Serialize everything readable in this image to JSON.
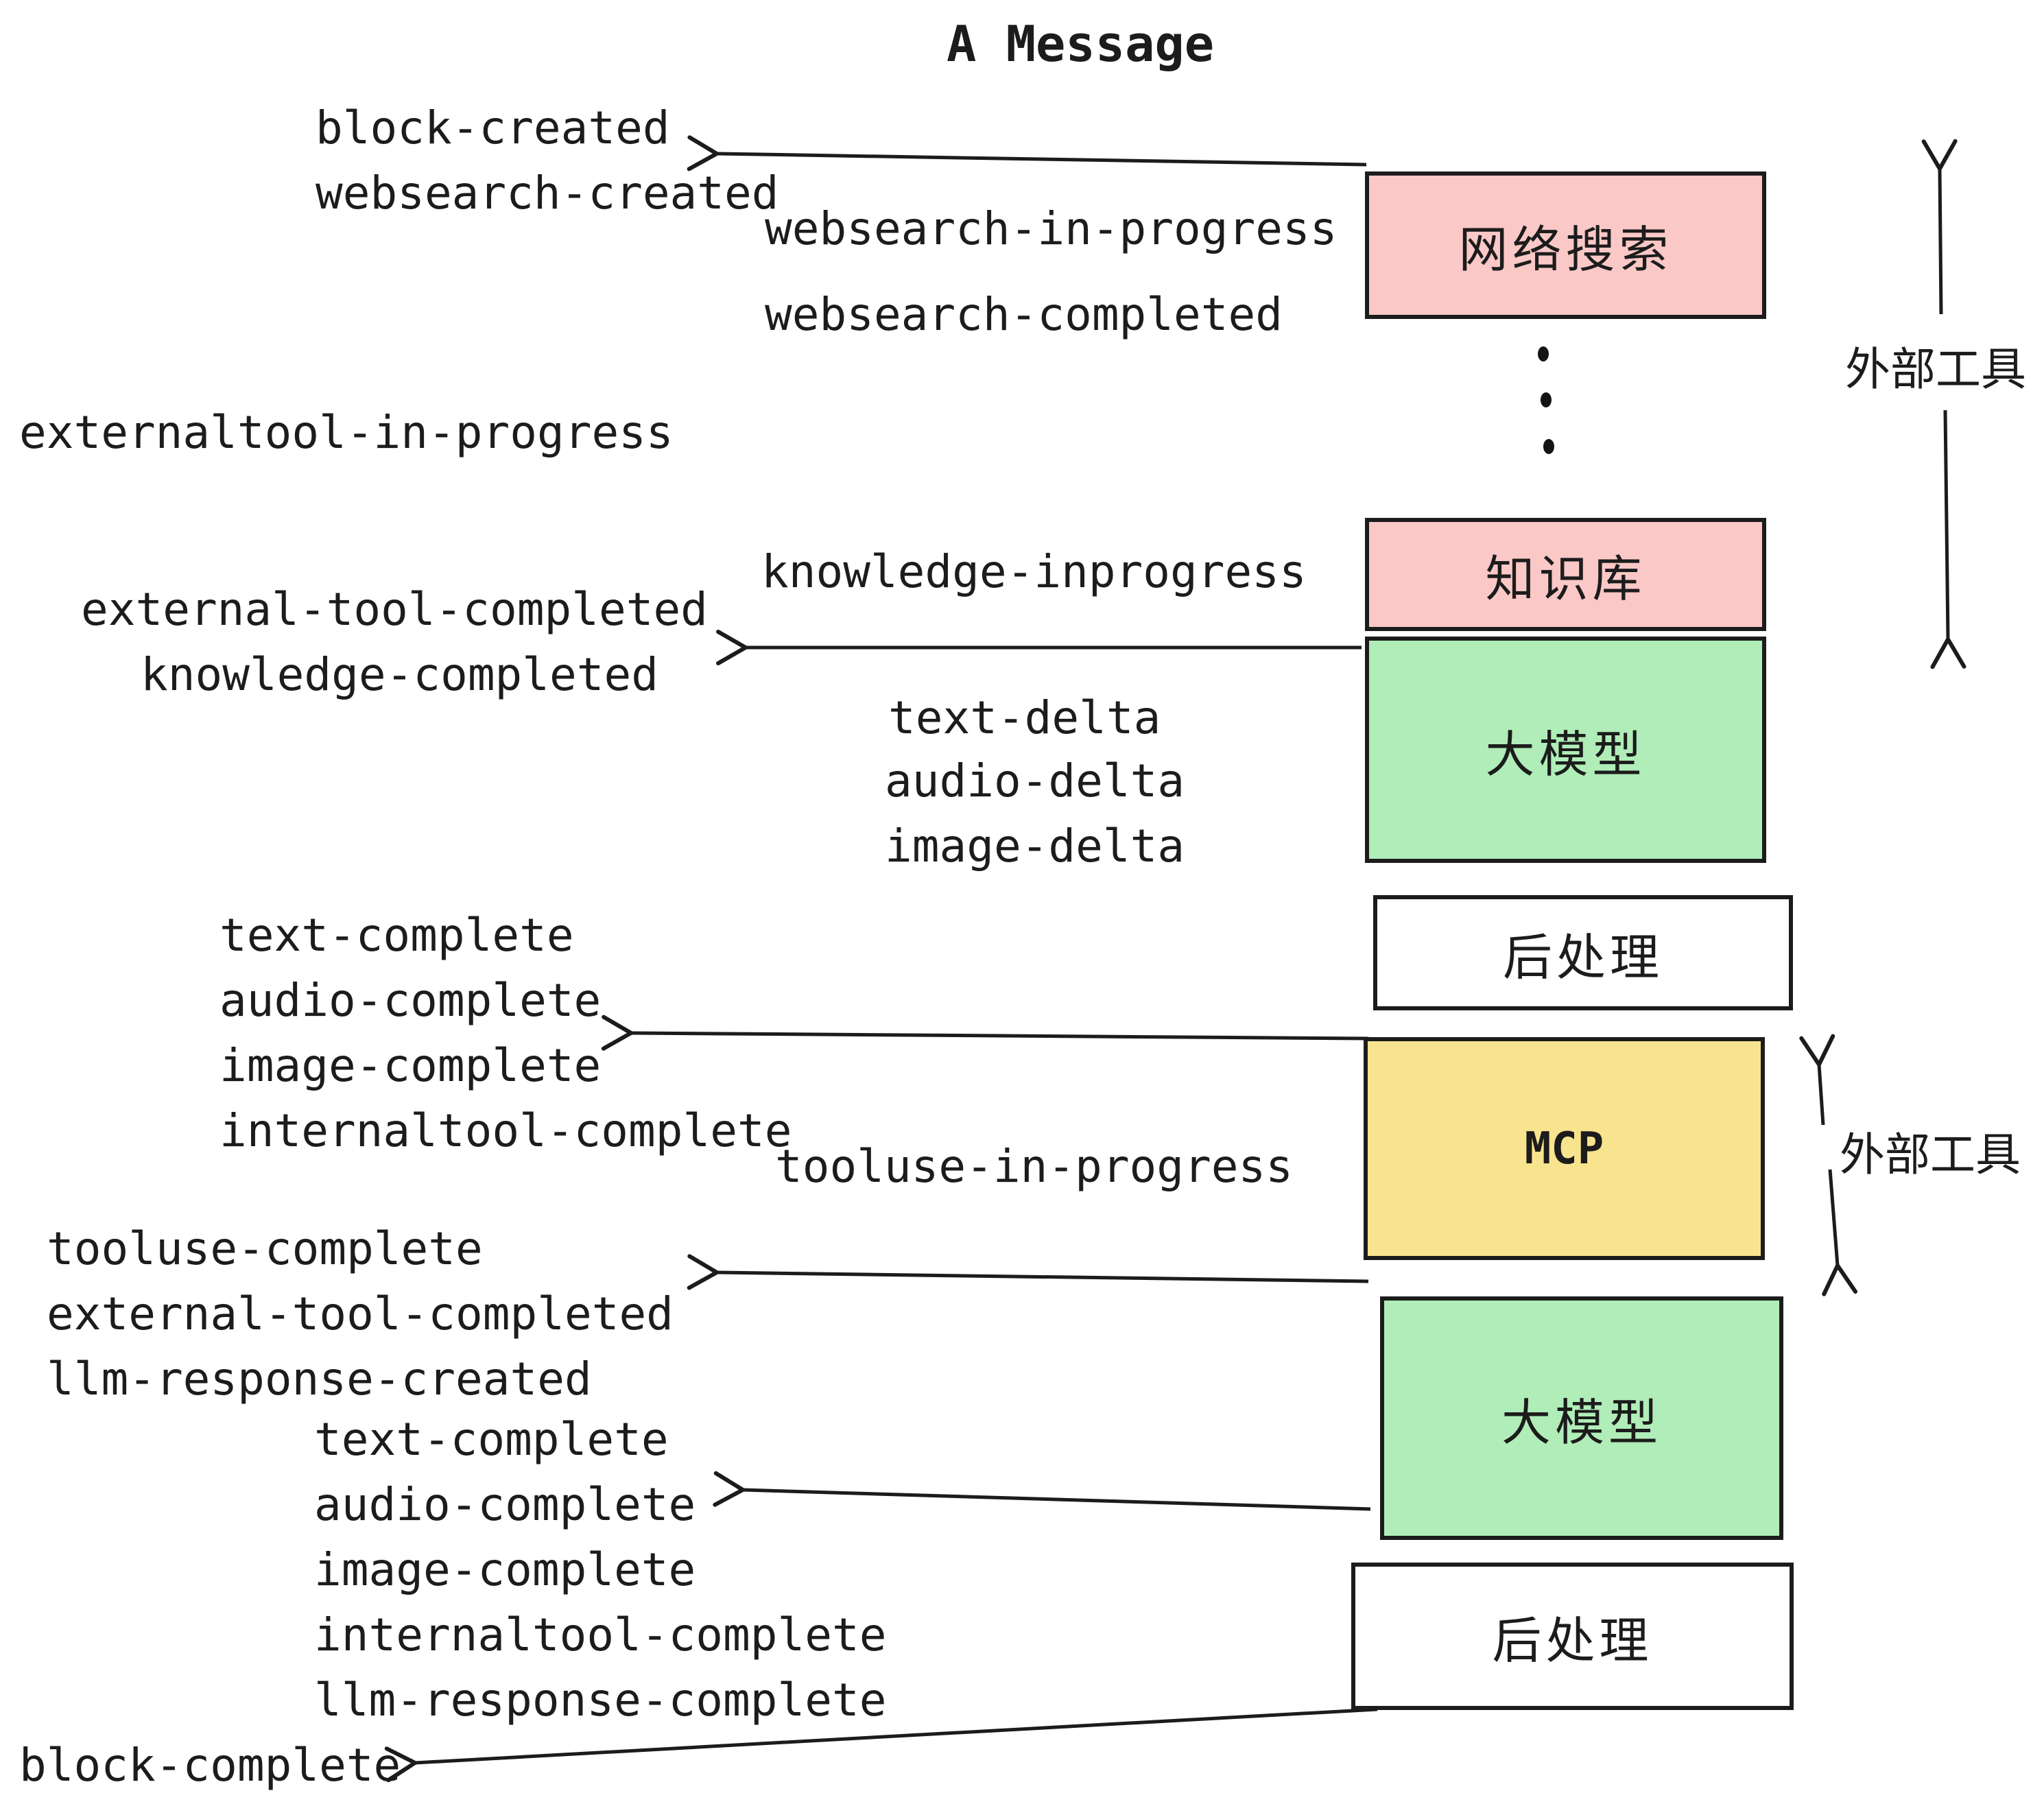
{
  "title": "A Message",
  "events": {
    "block_created": "block-created",
    "websearch_created": "websearch-created",
    "websearch_in_progress": "websearch-in-progress",
    "websearch_completed": "websearch-completed",
    "externaltool_in_progress": "externaltool-in-progress",
    "knowledge_inprogress": "knowledge-inprogress",
    "external_tool_completed_1": "external-tool-completed",
    "knowledge_completed": "knowledge-completed",
    "text_delta_1": "text-delta",
    "audio_delta_1": "audio-delta",
    "image_delta_1": "image-delta",
    "text_complete_1": "text-complete",
    "audio_complete_1": "audio-complete",
    "image_complete_1": "image-complete",
    "internaltool_complete_1": "internaltool-complete",
    "tooluse_in_progress": "tooluse-in-progress",
    "tooluse_complete": "tooluse-complete",
    "external_tool_completed_2": "external-tool-completed",
    "llm_response_created": "llm-response-created",
    "text_complete_2": "text-complete",
    "audio_complete_2": "audio-complete",
    "image_complete_2": "image-complete",
    "internaltool_complete_2": "internaltool-complete",
    "llm_response_complete": "llm-response-complete",
    "block_complete": "block-complete"
  },
  "boxes": {
    "websearch": {
      "label": "网络搜索",
      "fill": "#fac8c6"
    },
    "knowledge": {
      "label": "知识库",
      "fill": "#fac8c6"
    },
    "llm_1": {
      "label": "大模型",
      "fill": "#b0edb8"
    },
    "postprocess_1": {
      "label": "后处理",
      "fill": "#ffffff"
    },
    "mcp": {
      "label": "MCP",
      "fill": "#f8e48e"
    },
    "llm_2": {
      "label": "大模型",
      "fill": "#b0edb8"
    },
    "postprocess_2": {
      "label": "后处理",
      "fill": "#ffffff"
    }
  },
  "side_labels": {
    "external_tools_1": "外部工具",
    "external_tools_2": "外部工具"
  },
  "colors": {
    "pink": "#fac8c6",
    "green": "#b0edb8",
    "yellow": "#f8e48e",
    "ink": "#1c1c1c",
    "background": "#ffffff"
  }
}
